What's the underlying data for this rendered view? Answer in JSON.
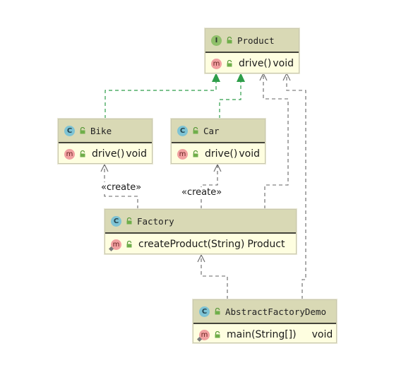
{
  "diagram": {
    "product": {
      "kind_icon": "I",
      "name": "Product",
      "method": "drive()",
      "return_type": "void"
    },
    "bike": {
      "kind_icon": "C",
      "name": "Bike",
      "method": "drive()",
      "return_type": "void"
    },
    "car": {
      "kind_icon": "C",
      "name": "Car",
      "method": "drive()",
      "return_type": "void"
    },
    "factory": {
      "kind_icon": "C",
      "name": "Factory",
      "method": "createProduct(String)",
      "return_type": "Product"
    },
    "demo": {
      "kind_icon": "C",
      "name": "AbstractFactoryDemo",
      "method": "main(String[])",
      "return_type": "void"
    },
    "method_icon": "m",
    "dependency_label": "«create»"
  },
  "colors": {
    "realization_arrow": "#2e9e4a",
    "dependency_arrow": "#666666",
    "class_header": "#d9d9b5",
    "class_body": "#fefee0"
  }
}
